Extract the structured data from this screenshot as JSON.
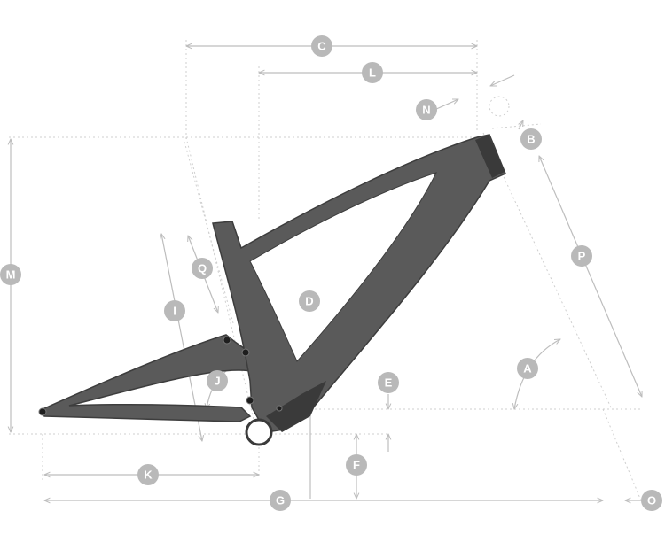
{
  "diagram": {
    "labels": [
      "C",
      "L",
      "N",
      "B",
      "M",
      "Q",
      "I",
      "D",
      "P",
      "A",
      "J",
      "E",
      "F",
      "K",
      "G",
      "O"
    ],
    "colors": {
      "guide_line": "#cfcfcf",
      "dimension_line": "#bdbdbd",
      "label_fill": "#b9b9b9",
      "label_text": "#ffffff",
      "frame_fill": "#5a5a5a",
      "frame_shadow": "#3a3a3a"
    }
  }
}
